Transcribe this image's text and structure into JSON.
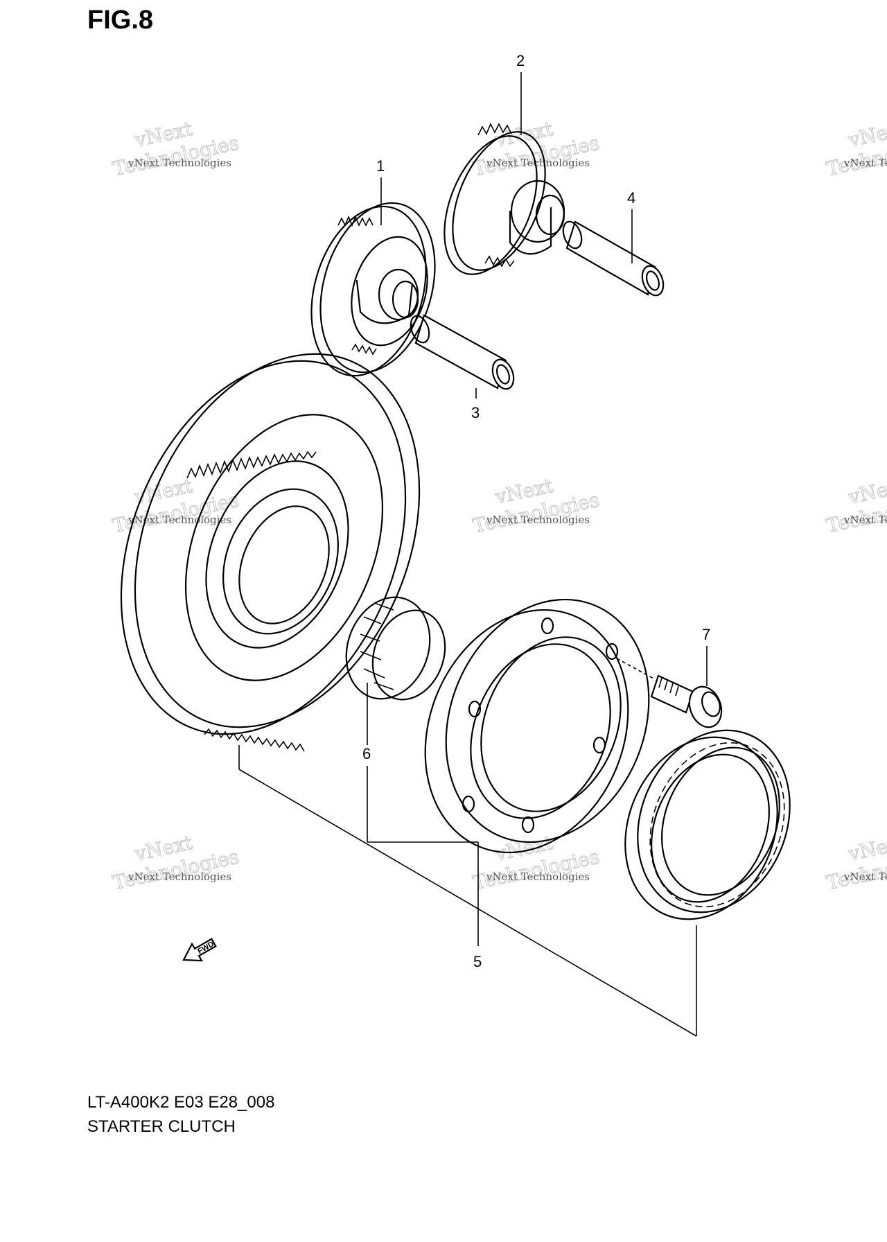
{
  "figure": {
    "title": "FIG.8",
    "model_code": "LT-A400K2 E03 E28_008",
    "assembly_name": "STARTER CLUTCH"
  },
  "callouts": [
    "1",
    "2",
    "3",
    "4",
    "5",
    "6",
    "7"
  ],
  "watermark": {
    "line1": "vNext",
    "line2": "Technologies",
    "caption": "vNext Technologies"
  },
  "direction_marker": {
    "label": "FWD",
    "icon": "forward-arrow-icon"
  },
  "colors": {
    "line": "#000000",
    "background": "#ffffff",
    "watermark": "#c6c6c6"
  }
}
